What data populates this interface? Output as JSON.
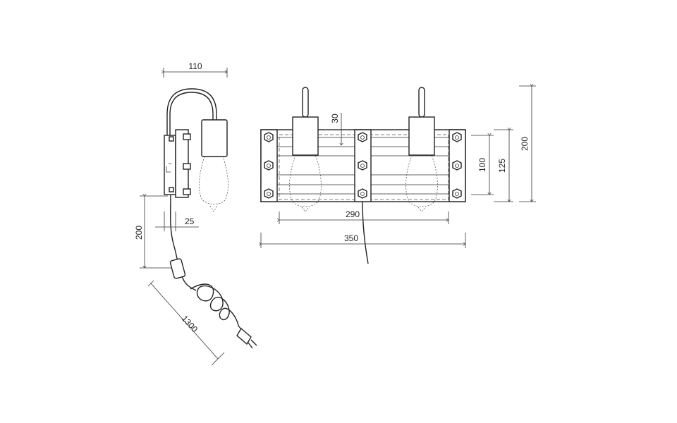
{
  "drawing": {
    "side_view": {
      "dims": {
        "width_top": "110",
        "cable_drop": "200",
        "offset": "25",
        "cable_length": "1300"
      }
    },
    "front_view": {
      "dims": {
        "socket_height": "30",
        "inner_width": "290",
        "overall_width": "350",
        "plate_height": "100",
        "body_height": "125",
        "total_height": "200"
      }
    }
  }
}
